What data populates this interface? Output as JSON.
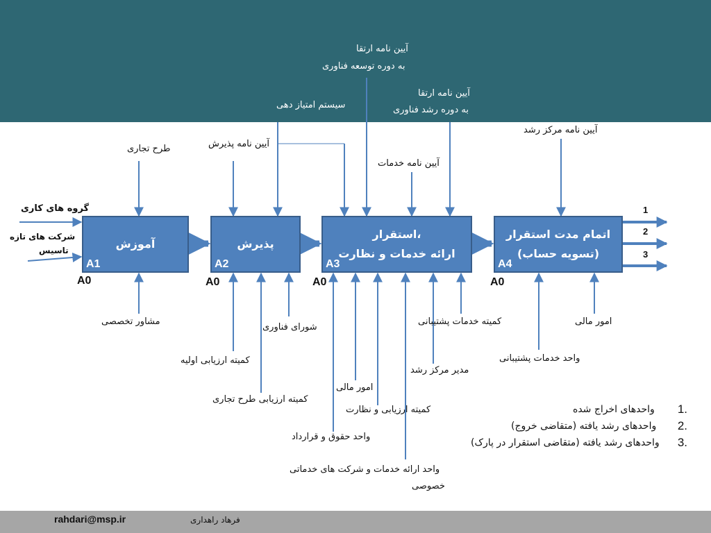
{
  "footer": {
    "email": "rahdari@msp.ir",
    "author": "فرهاد راهداری"
  },
  "boxes": [
    {
      "title": "آموزش",
      "code": "A1"
    },
    {
      "title": "پذیرش",
      "code": "A2"
    },
    {
      "title_line1": "استقرار،",
      "title_line2": "ارائه خدمات و نظارت",
      "code": "A3"
    },
    {
      "title_line1": "اتمام مدت استقرار",
      "title_line2": "(تسویه حساب)",
      "code": "A4"
    }
  ],
  "a0_label": "A0",
  "controls": {
    "business_plan": "طرح تجاری",
    "admission_regulation": "آیین نامه پذیرش",
    "scoring_system": "سیستم امتیاز دهی",
    "tech_dev_promotion_line1": "آیین نامه ارتقا",
    "tech_dev_promotion_line2": "به دوره توسعه فناوری",
    "tech_growth_promotion_line1": "آیین نامه ارتقا",
    "tech_growth_promotion_line2": "به دوره رشد فناوری",
    "services_regulation": "آیین نامه خدمات",
    "growth_center_regulation": "آیین نامه مرکز رشد"
  },
  "inputs": {
    "work_groups": "گروه های کاری",
    "new_companies_line1": "شرکت های تازه",
    "new_companies_line2": "تاسیس"
  },
  "outputs": [
    "1",
    "2",
    "3"
  ],
  "mechanisms": {
    "specialist_advisor": "مشاور تخصصی",
    "technology_council": "شورای فناوری",
    "initial_evaluation_committee": "کمیته ارزیابی اولیه",
    "business_plan_evaluation_committee": "کمیته ارزیابی طرح تجاری",
    "financial_affairs_a3": "امور مالی",
    "evaluation_supervision_committee": "کمیته ارزیابی و نظارت",
    "legal_contract_unit": "واحد حقوق و قرارداد",
    "service_provision_unit_line1": "واحد ارائه خدمات و شرکت های خدماتی",
    "service_provision_unit_line2": "خصوصی",
    "growth_center_manager": "مدیر مرکز رشد",
    "support_services_committee": "کمیته خدمات پشتیبانی",
    "support_services_unit": "واحد خدمات پشتیبانی",
    "financial_affairs_a4": "امور مالی"
  },
  "legend": [
    {
      "idx": "1.",
      "text": "واحدهای اخراج شده"
    },
    {
      "idx": "2.",
      "text": "واحدهای رشد یافته (متقاضی خروج)"
    },
    {
      "idx": "3.",
      "text": "واحدهای رشد یافته (متقاضی استقرار در پارک)"
    }
  ],
  "colors": {
    "header_band": "#2e6773",
    "box_fill": "#4f81bd",
    "box_border": "#385d8a",
    "arrow": "#4f81bd",
    "footer_band": "#a6a6a6"
  }
}
